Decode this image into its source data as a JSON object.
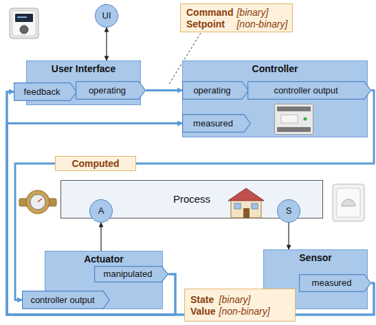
{
  "diagram": {
    "nodes": [
      {
        "text": [
          "UI"
        ]
      },
      {
        "text": [
          "Command",
          "[binary]",
          "Setpoint",
          "[non-binary]"
        ]
      },
      {
        "text": [
          "User Interface"
        ]
      },
      {
        "text": [
          "feedback"
        ],
        "in": 2
      },
      {
        "text": [
          "operating"
        ],
        "in": 2
      },
      {
        "text": [
          "Controller"
        ]
      },
      {
        "text": [
          "operating"
        ],
        "in": 5
      },
      {
        "text": [
          "controller output"
        ],
        "in": 5
      },
      {
        "text": [
          "measured"
        ],
        "in": 5
      },
      {
        "text": [
          "Computed"
        ]
      },
      {
        "text": [
          "Process"
        ]
      },
      {
        "text": [
          "A"
        ],
        "in": 10
      },
      {
        "text": [
          "S"
        ],
        "in": 10
      },
      {
        "text": [
          "Actuator"
        ]
      },
      {
        "text": [
          "manipulated"
        ],
        "in": 13
      },
      {
        "text": [
          "controller output"
        ],
        "in": 13
      },
      {
        "text": [
          "Sensor"
        ]
      },
      {
        "text": [
          "measured"
        ],
        "in": 16
      },
      {
        "text": [
          "State",
          "[binary]",
          "Value",
          "[non-binary]"
        ]
      }
    ],
    "edges": [
      {
        "from": 0,
        "to": 2,
        "arrow": "both"
      },
      {
        "from": 4,
        "to": 6,
        "arrow": "to"
      },
      {
        "from": 7,
        "to": 15,
        "arrow": "to"
      },
      {
        "from": 14,
        "to": 3,
        "arrow": "to"
      },
      {
        "from": 14,
        "to": 8,
        "arrow": "to"
      },
      {
        "from": 17,
        "to": 3,
        "arrow": "to"
      },
      {
        "from": 17,
        "to": 8,
        "arrow": "to"
      },
      {
        "from": 13,
        "to": 11,
        "arrow": "to"
      },
      {
        "from": 12,
        "to": 16,
        "arrow": "to"
      }
    ]
  }
}
